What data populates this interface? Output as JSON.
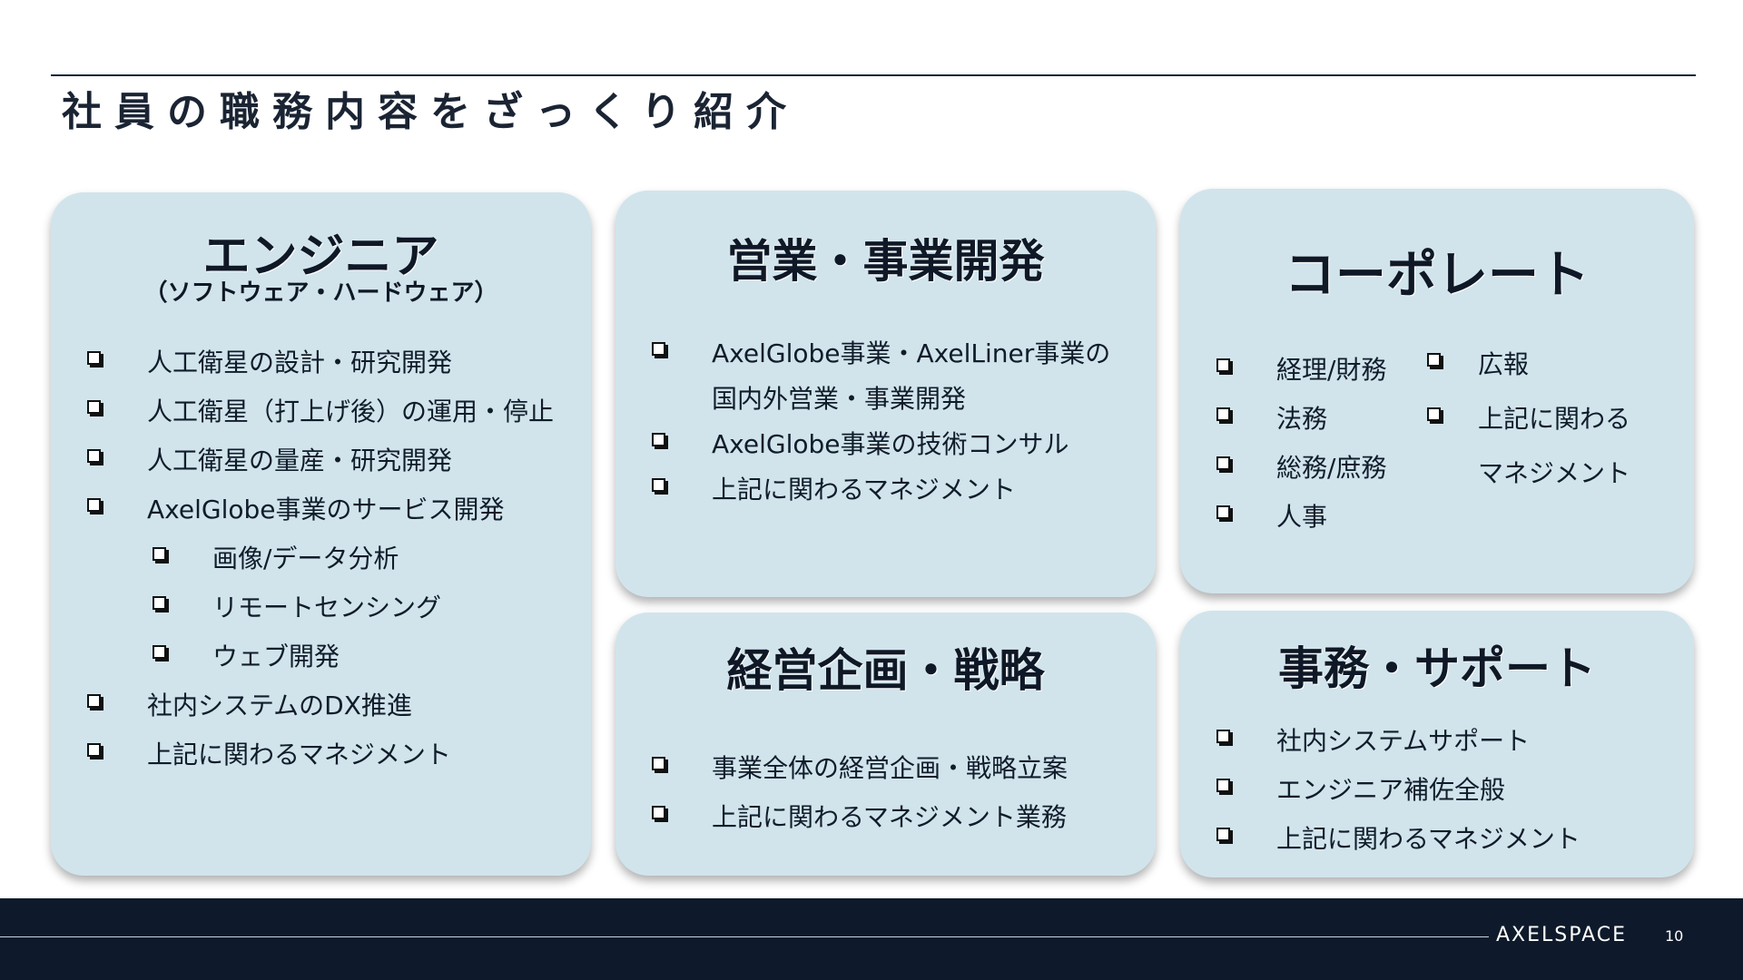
{
  "page": {
    "title": "社員の職務内容をざっくり紹介"
  },
  "engineer": {
    "title": "エンジニア",
    "subtitle": "（ソフトウェア・ハードウェア）",
    "items": [
      "人工衛星の設計・研究開発",
      "人工衛星（打上げ後）の運用・停止",
      "人工衛星の量産・研究開発",
      "AxelGlobe事業のサービス開発",
      "画像/データ分析",
      "リモートセンシング",
      "ウェブ開発",
      "社内システムのDX推進",
      "上記に関わるマネジメント"
    ]
  },
  "sales": {
    "title": "営業・事業開発",
    "items": [
      "AxelGlobe事業・AxelLiner事業の",
      "国内外営業・事業開発",
      "AxelGlobe事業の技術コンサル",
      "上記に関わるマネジメント"
    ]
  },
  "corporate": {
    "title": "コーポレート",
    "left_items": [
      "経理/財務",
      "法務",
      "総務/庶務",
      "人事"
    ],
    "right_items": [
      "広報",
      "上記に関わる",
      "マネジメント"
    ]
  },
  "planning": {
    "title": "経営企画・戦略",
    "items": [
      "事業全体の経営企画・戦略立案",
      "上記に関わるマネジメント業務"
    ]
  },
  "support": {
    "title": "事務・サポート",
    "items": [
      "社内システムサポート",
      "エンジニア補佐全般",
      "上記に関わるマネジメント"
    ]
  },
  "footer": {
    "logo": "AXELSPACE",
    "page_number": "10"
  }
}
